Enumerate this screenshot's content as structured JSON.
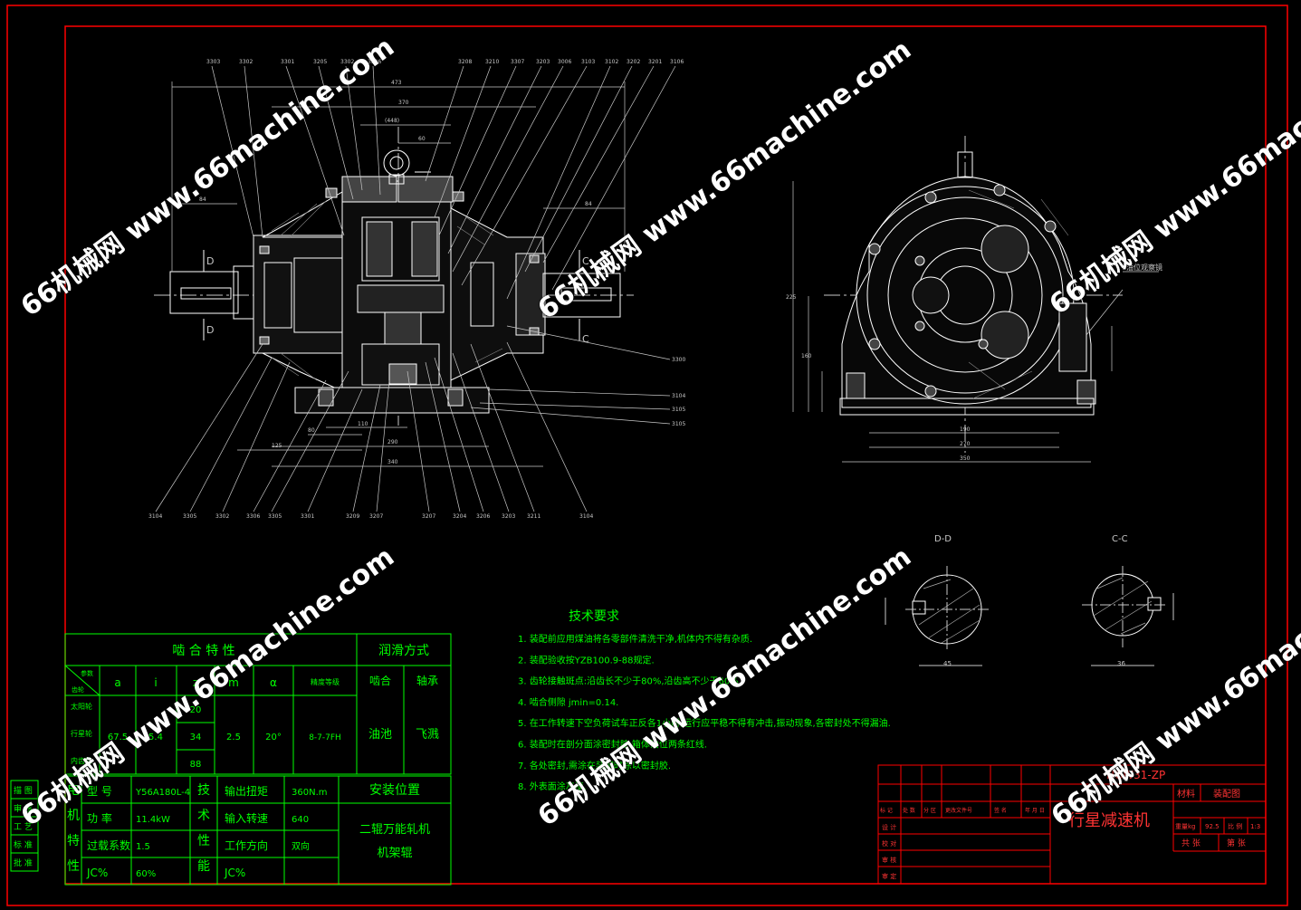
{
  "watermark": "66机械网 www.66machine.com",
  "colors": {
    "frame": "#ff0000",
    "table": "#00ff00",
    "part": "#ffffff",
    "dim": "#c8c8c8",
    "text": "#00ff00"
  },
  "drawing": {
    "part_labels_top": [
      "3303",
      "3302",
      "3301",
      "3205",
      "3302",
      "3206",
      "3208",
      "3210",
      "3307",
      "3203",
      "3006",
      "3103",
      "3102",
      "3202",
      "3201",
      "3106"
    ],
    "part_labels_bottom": [
      "3104",
      "3305",
      "3302",
      "3306",
      "3305",
      "3301",
      "3209",
      "3207",
      "3207",
      "3204",
      "3206",
      "3203",
      "3211",
      "3104"
    ],
    "part_labels_right": [
      "3300",
      "3104",
      "3105",
      "3105"
    ],
    "section_labels": {
      "d_left_top": "D",
      "d_left_bottom": "D",
      "c_right_top": "C",
      "c_right_bottom": "C"
    },
    "section_views": {
      "d": "D-D",
      "c": "C-C"
    },
    "side_view_label": "油位观察镜",
    "dims_main": {
      "overall": "473",
      "inner": "370",
      "bracket": "(448)",
      "d60": "60",
      "d84_left": "84",
      "d84_right": "84",
      "d125": "125",
      "d110": "110",
      "d290": "290",
      "d340": "340",
      "d80": "80"
    },
    "dims_side": {
      "d190": "190",
      "d270": "270",
      "d350": "350",
      "d225": "225",
      "d160": "160"
    },
    "dims_sections": {
      "d45": "45",
      "d36": "36"
    }
  },
  "tech": {
    "title": "技术要求",
    "items": [
      "1. 装配前应用煤油将各零部件清洗干净,机体内不得有杂质.",
      "2. 装配验收按YZB100.9-88规定.",
      "3. 齿轮接触斑点:沿齿长不少于80%,沿齿高不少于60%",
      "4. 啮合侧隙 jmin=0.14.",
      "5. 在工作转速下空负荷试车正反各1小时,运行应平稳不得有冲击,振动现象,各密封处不得漏油.",
      "6. 装配时在剖分面涂密封胶,箱体油位两条红线.",
      "7. 各处密封,需涂在装配时涂以密封胶.",
      "8. 外表面涂灰漆."
    ]
  },
  "mesh_table": {
    "header_title": "啮 合 特 性",
    "lube_title": "润滑方式",
    "corner_top": "参数",
    "corner_bottom": "齿轮",
    "cols": [
      "a",
      "i",
      "z",
      "m",
      "α",
      "精度等级"
    ],
    "lube_cols": [
      "啮合",
      "轴承"
    ],
    "gears": [
      "太阳轮",
      "行星轮",
      "内齿轮"
    ],
    "a": "67.5",
    "i": "5.4",
    "z": [
      "20",
      "34",
      "88"
    ],
    "m": "2.5",
    "alpha": "20°",
    "precision": "8-7-7FH",
    "lube_mesh": "油池",
    "lube_bearing": "飞溅"
  },
  "spec_table": {
    "motor_group": [
      "电",
      "机",
      "特",
      "性"
    ],
    "motor_rows": [
      {
        "label": "型 号",
        "value": "Y56A180L-4"
      },
      {
        "label": "功 率",
        "value": "11.4kW"
      },
      {
        "label": "过载系数",
        "value": "1.5"
      },
      {
        "label": "JC%",
        "value": "60%"
      }
    ],
    "tech_group": [
      "技",
      "术",
      "性",
      "能"
    ],
    "tech_rows": [
      {
        "label": "输出扭矩",
        "value": "360N.m"
      },
      {
        "label": "输入转速",
        "value": "640"
      },
      {
        "label": "工作方向",
        "value": "双向"
      },
      {
        "label": "JC%",
        "value": ""
      }
    ],
    "install_title": "安装位置",
    "install_value": [
      "二辊万能轧机",
      "机架辊"
    ]
  },
  "left_strip": [
    "描 图",
    "审 核",
    "工 艺",
    "标 准",
    "批 准"
  ],
  "title_block": {
    "drawing_no": "NGW31-ZP",
    "name": "行星减速机",
    "material_label": "材料",
    "material_value": "装配图",
    "weight_label": "重量kg",
    "weight_value": "92.5",
    "scale_label": "比 例",
    "scale_value": "1:3",
    "sheet_total": "共 张",
    "sheet_no": "第 张",
    "header_cells": [
      "标 记",
      "处 数",
      "分 区",
      "更改文件号",
      "签 名",
      "年 月 日"
    ],
    "left_labels": [
      "设 计",
      "校 对",
      "审 核",
      "审 定"
    ]
  }
}
